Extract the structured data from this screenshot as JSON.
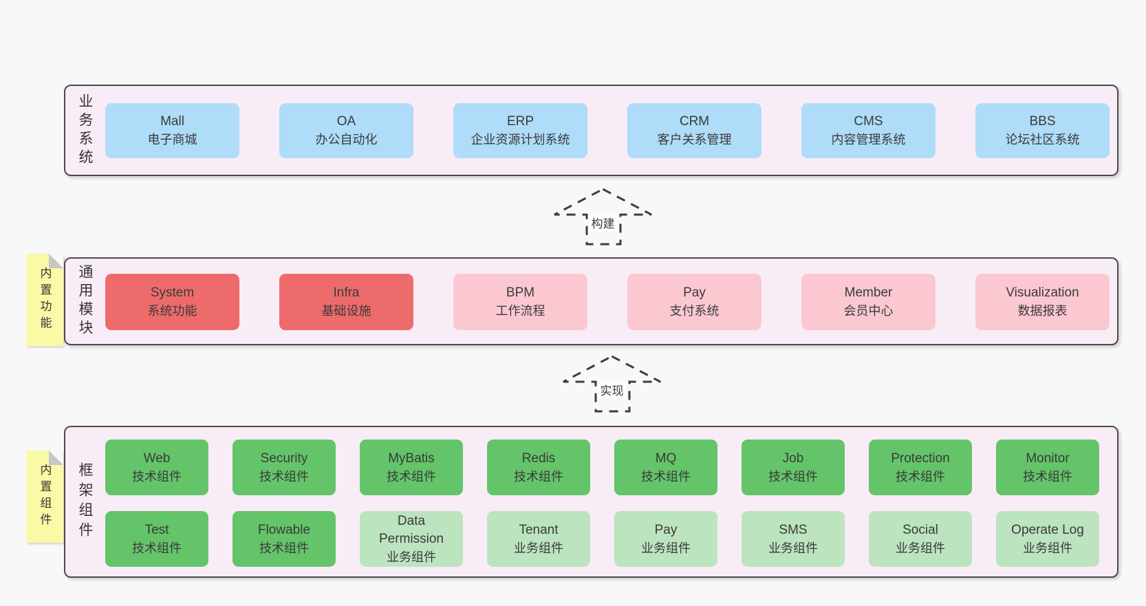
{
  "colors": {
    "page_bg": "#f8f8f8",
    "band_fill": "#f8edf6",
    "band_border": "#4a4a4a",
    "node_blue": "#aedcf9",
    "node_red": "#ee6b6b",
    "node_pink": "#fbc8d1",
    "node_green_dark": "#64c469",
    "node_green_light": "#bce4bf",
    "sticky_yellow": "#fafaa6",
    "arrow_stroke": "#3d3d3d",
    "text": "#3a3a3a"
  },
  "arrows": [
    {
      "label": "构建"
    },
    {
      "label": "实现"
    }
  ],
  "bands": [
    {
      "label": "业务系统",
      "boxes": [
        {
          "name": "Mall",
          "desc": "电子商城"
        },
        {
          "name": "OA",
          "desc": "办公自动化"
        },
        {
          "name": "ERP",
          "desc": "企业资源计划系统"
        },
        {
          "name": "CRM",
          "desc": "客户关系管理"
        },
        {
          "name": "CMS",
          "desc": "内容管理系统"
        },
        {
          "name": "BBS",
          "desc": "论坛社区系统"
        }
      ]
    },
    {
      "label": "通用模块",
      "sticky": "内置功能",
      "boxes": [
        {
          "name": "System",
          "desc": "系统功能"
        },
        {
          "name": "Infra",
          "desc": "基础设施"
        },
        {
          "name": "BPM",
          "desc": "工作流程"
        },
        {
          "name": "Pay",
          "desc": "支付系统"
        },
        {
          "name": "Member",
          "desc": "会员中心"
        },
        {
          "name": "Visualization",
          "desc": "数据报表"
        }
      ]
    },
    {
      "label": "框架组件",
      "sticky": "内置组件",
      "rows": [
        [
          {
            "name": "Web",
            "desc": "技术组件"
          },
          {
            "name": "Security",
            "desc": "技术组件"
          },
          {
            "name": "MyBatis",
            "desc": "技术组件"
          },
          {
            "name": "Redis",
            "desc": "技术组件"
          },
          {
            "name": "MQ",
            "desc": "技术组件"
          },
          {
            "name": "Job",
            "desc": "技术组件"
          },
          {
            "name": "Protection",
            "desc": "技术组件"
          },
          {
            "name": "Monitor",
            "desc": "技术组件"
          }
        ],
        [
          {
            "name": "Test",
            "desc": "技术组件"
          },
          {
            "name": "Flowable",
            "desc": "技术组件"
          },
          {
            "name": "Data Permission",
            "desc": "业务组件"
          },
          {
            "name": "Tenant",
            "desc": "业务组件"
          },
          {
            "name": "Pay",
            "desc": "业务组件"
          },
          {
            "name": "SMS",
            "desc": "业务组件"
          },
          {
            "name": "Social",
            "desc": "业务组件"
          },
          {
            "name": "Operate Log",
            "desc": "业务组件"
          }
        ]
      ]
    }
  ]
}
